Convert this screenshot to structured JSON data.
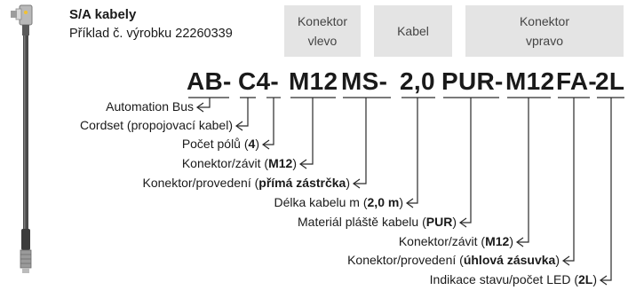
{
  "header": {
    "title": "S/A kabely",
    "subtitle": "Příklad č. výrobku 22260339"
  },
  "columns": [
    {
      "line1": "Konektor",
      "line2": "vlevo"
    },
    {
      "line1": "Kabel",
      "line2": ""
    },
    {
      "line1": "Konektor",
      "line2": "vpravo"
    }
  ],
  "code_parts": [
    "AB-",
    "C4-",
    "M12",
    "MS-",
    "2,0",
    "PUR-",
    "M12",
    "FA-",
    "2L"
  ],
  "labels": [
    {
      "text": "Automation Bus",
      "bold": ""
    },
    {
      "text": "Cordset (propojovací kabel)",
      "bold": ""
    },
    {
      "text": "Počet pólů (",
      "bold": "4",
      "after": ")"
    },
    {
      "text": "Konektor/závit (",
      "bold": "M12",
      "after": ")"
    },
    {
      "text": "Konektor/provedení (",
      "bold": "přímá zástrčka",
      "after": ")"
    },
    {
      "text": "Délka kabelu m (",
      "bold": "2,0 m",
      "after": ")"
    },
    {
      "text": "Materiál pláště kabelu (",
      "bold": "PUR",
      "after": ")"
    },
    {
      "text": "Konektor/závit (",
      "bold": "M12",
      "after": ")"
    },
    {
      "text": "Konektor/provedení (",
      "bold": "úhlová zásuvka",
      "after": ")"
    },
    {
      "text": "Indikace stavu/počet LED (",
      "bold": "2L",
      "after": ")"
    }
  ]
}
